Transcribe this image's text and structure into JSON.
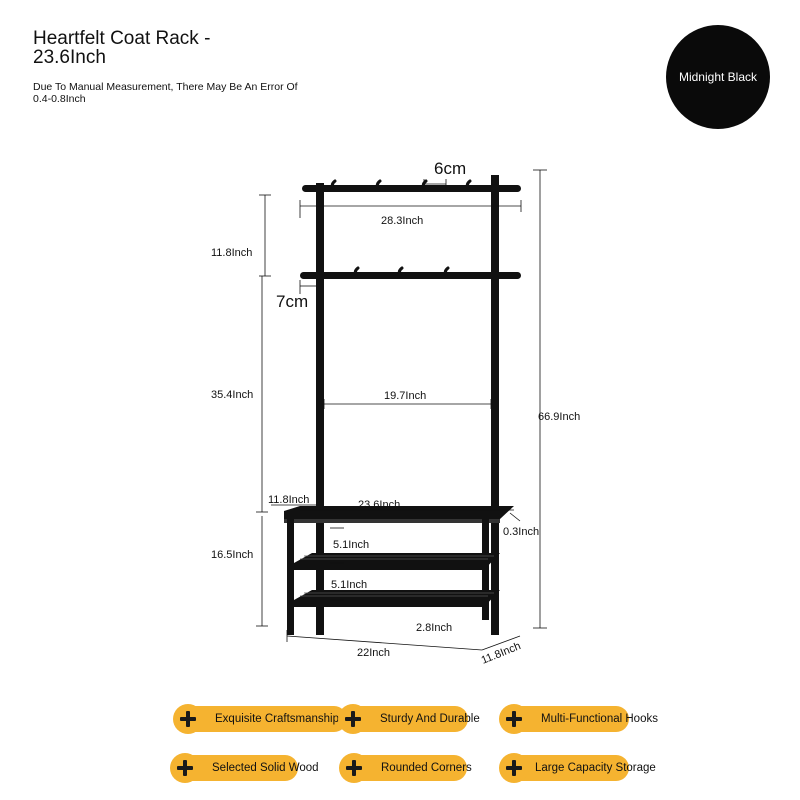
{
  "header": {
    "title": "Heartfelt Coat Rack - 23.6Inch",
    "note": "Due To Manual Measurement, There May Be An Error Of 0.4-0.8Inch"
  },
  "color_badge": {
    "label": "Midnight Black",
    "color": "#0a0a0a"
  },
  "dimensions": {
    "hook_gap": "6cm",
    "top_width": "28.3Inch",
    "top_section_height": "11.8Inch",
    "lower_hook_offset": "7cm",
    "mid_section_height": "35.4Inch",
    "inner_width": "19.7Inch",
    "total_height": "66.9Inch",
    "seat_depth": "11.8Inch",
    "seat_width": "23.6Inch",
    "seat_thickness": "0.3Inch",
    "shelf_gap_1": "5.1Inch",
    "shelf_gap_2": "5.1Inch",
    "bench_height": "16.5Inch",
    "leg_height": "2.8Inch",
    "base_width": "22Inch",
    "base_depth": "11.8Inch"
  },
  "features": [
    {
      "label": "Exquisite Craftsmanship"
    },
    {
      "label": "Sturdy And Durable"
    },
    {
      "label": "Multi-Functional Hooks"
    },
    {
      "label": "Selected Solid Wood"
    },
    {
      "label": "Rounded Corners"
    },
    {
      "label": "Large Capacity Storage"
    }
  ],
  "colors": {
    "accent": "#f5b330",
    "product": "#111111"
  }
}
